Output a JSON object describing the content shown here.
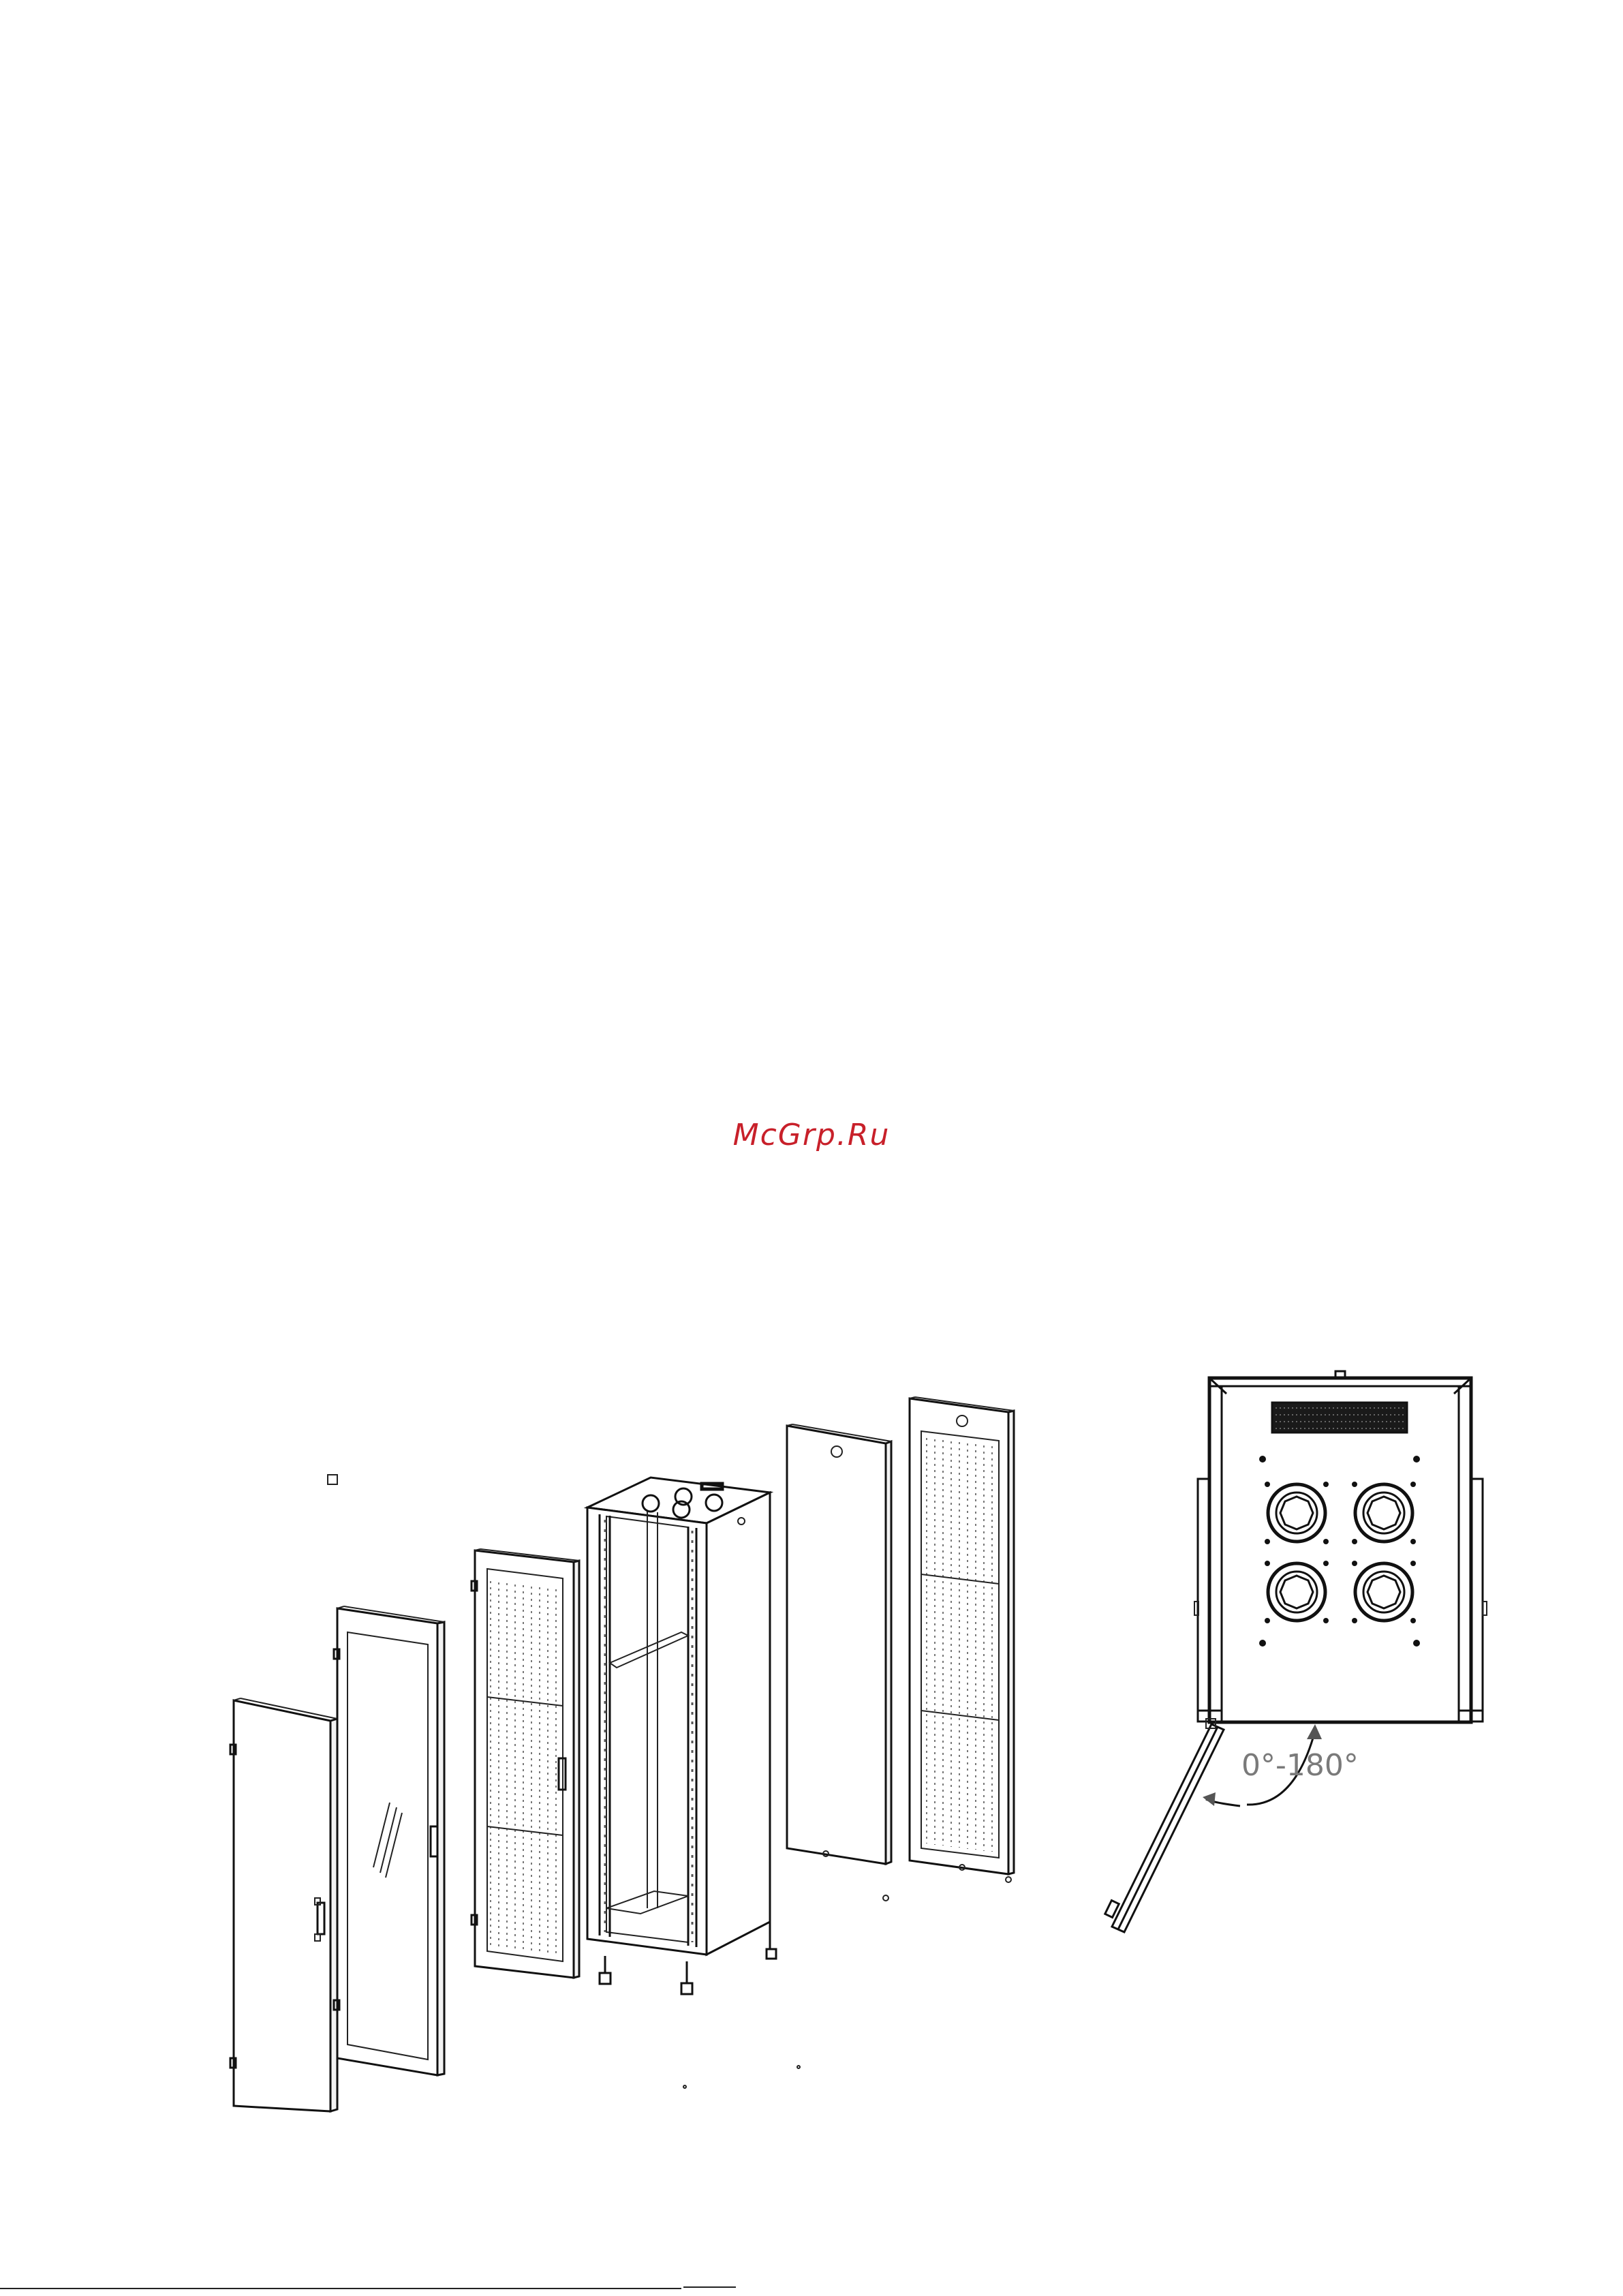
{
  "watermark": {
    "text": "McGrp.Ru",
    "color": "#c8202a"
  },
  "diagram": {
    "components": [
      "solid-front-door",
      "glass-front-door",
      "perforated-front-door",
      "rack-frame",
      "solid-side-panel",
      "perforated-rear-door"
    ],
    "top_view": {
      "angle_label": "0°-180°",
      "fan_count": 4
    },
    "colors": {
      "line": "#111111",
      "label": "#7a7a7a"
    }
  }
}
